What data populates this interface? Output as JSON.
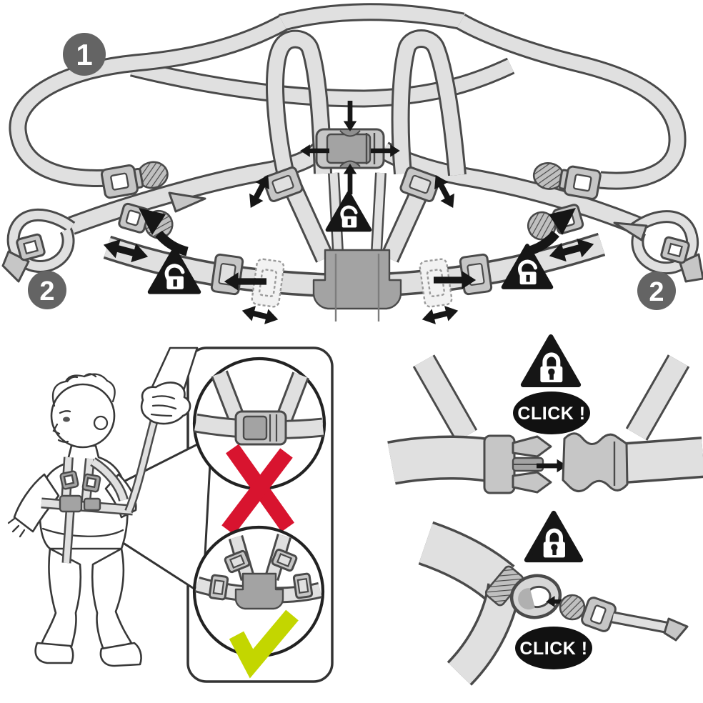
{
  "diagram": {
    "badges": {
      "step_one": "1",
      "step_two_left": "2",
      "step_two_right": "2"
    },
    "click_bubbles": {
      "buckle": "CLICK !",
      "clip": "CLICK !"
    },
    "icons": [
      "lock-open-triangle-icon",
      "lock-closed-triangle-icon",
      "red-cross-icon",
      "green-check-icon",
      "adjust-arrow-icon",
      "click-bubble"
    ],
    "colors": {
      "strap_fill": "#e0e0e0",
      "strap_outline": "#4a4a4a",
      "hardware_fill": "#c6c6c6",
      "hardware_dark": "#a3a3a3",
      "badge_fill": "#646464",
      "badge_text": "#ffffff",
      "warning_black": "#161616",
      "cross_red": "#d8142f",
      "check_green": "#c3d600",
      "bubble_black": "#111111",
      "bubble_text": "#ffffff"
    }
  }
}
